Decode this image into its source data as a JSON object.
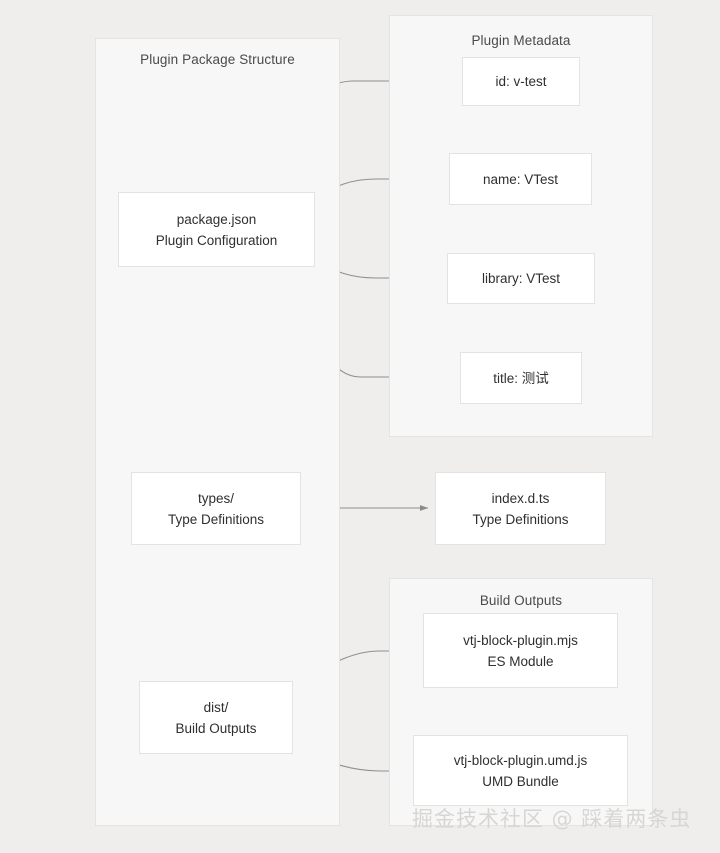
{
  "diagram": {
    "type": "flowchart",
    "background_color": "#efeeec",
    "group_fill": "#f7f7f7",
    "node_fill": "#ffffff",
    "border_color": "#e3e3e3",
    "edge_color": "#8a8a8a",
    "text_color": "#2f2f2f",
    "groups": [
      {
        "id": "package-structure",
        "title": "Plugin Package Structure"
      },
      {
        "id": "plugin-metadata",
        "title": "Plugin Metadata"
      },
      {
        "id": "build-outputs",
        "title": "Build Outputs"
      }
    ],
    "nodes": [
      {
        "id": "package-json",
        "line1": "package.json",
        "line2": "Plugin Configuration"
      },
      {
        "id": "meta-id",
        "line1": "id: v-test",
        "line2": ""
      },
      {
        "id": "meta-name",
        "line1": "name: VTest",
        "line2": ""
      },
      {
        "id": "meta-library",
        "line1": "library: VTest",
        "line2": ""
      },
      {
        "id": "meta-title",
        "line1": "title: 测试",
        "line2": ""
      },
      {
        "id": "types-dir",
        "line1": "types/",
        "line2": "Type Definitions"
      },
      {
        "id": "index-dts",
        "line1": "index.d.ts",
        "line2": "Type Definitions"
      },
      {
        "id": "dist-dir",
        "line1": "dist/",
        "line2": "Build Outputs"
      },
      {
        "id": "build-mjs",
        "line1": "vtj-block-plugin.mjs",
        "line2": "ES Module"
      },
      {
        "id": "build-umd",
        "line1": "vtj-block-plugin.umd.js",
        "line2": "UMD Bundle"
      }
    ],
    "edges": [
      {
        "from": "package-json",
        "to": "meta-id",
        "label": ""
      },
      {
        "from": "package-json",
        "to": "meta-name",
        "label": ""
      },
      {
        "from": "package-json",
        "to": "meta-library",
        "label": ""
      },
      {
        "from": "package-json",
        "to": "meta-title",
        "label": ""
      },
      {
        "from": "types-dir",
        "to": "index-dts",
        "label": ""
      },
      {
        "from": "dist-dir",
        "to": "build-mjs",
        "label": ""
      },
      {
        "from": "dist-dir",
        "to": "build-umd",
        "label": ""
      }
    ]
  },
  "watermark": {
    "text": "掘金技术社区 @ 踩着两条虫"
  }
}
